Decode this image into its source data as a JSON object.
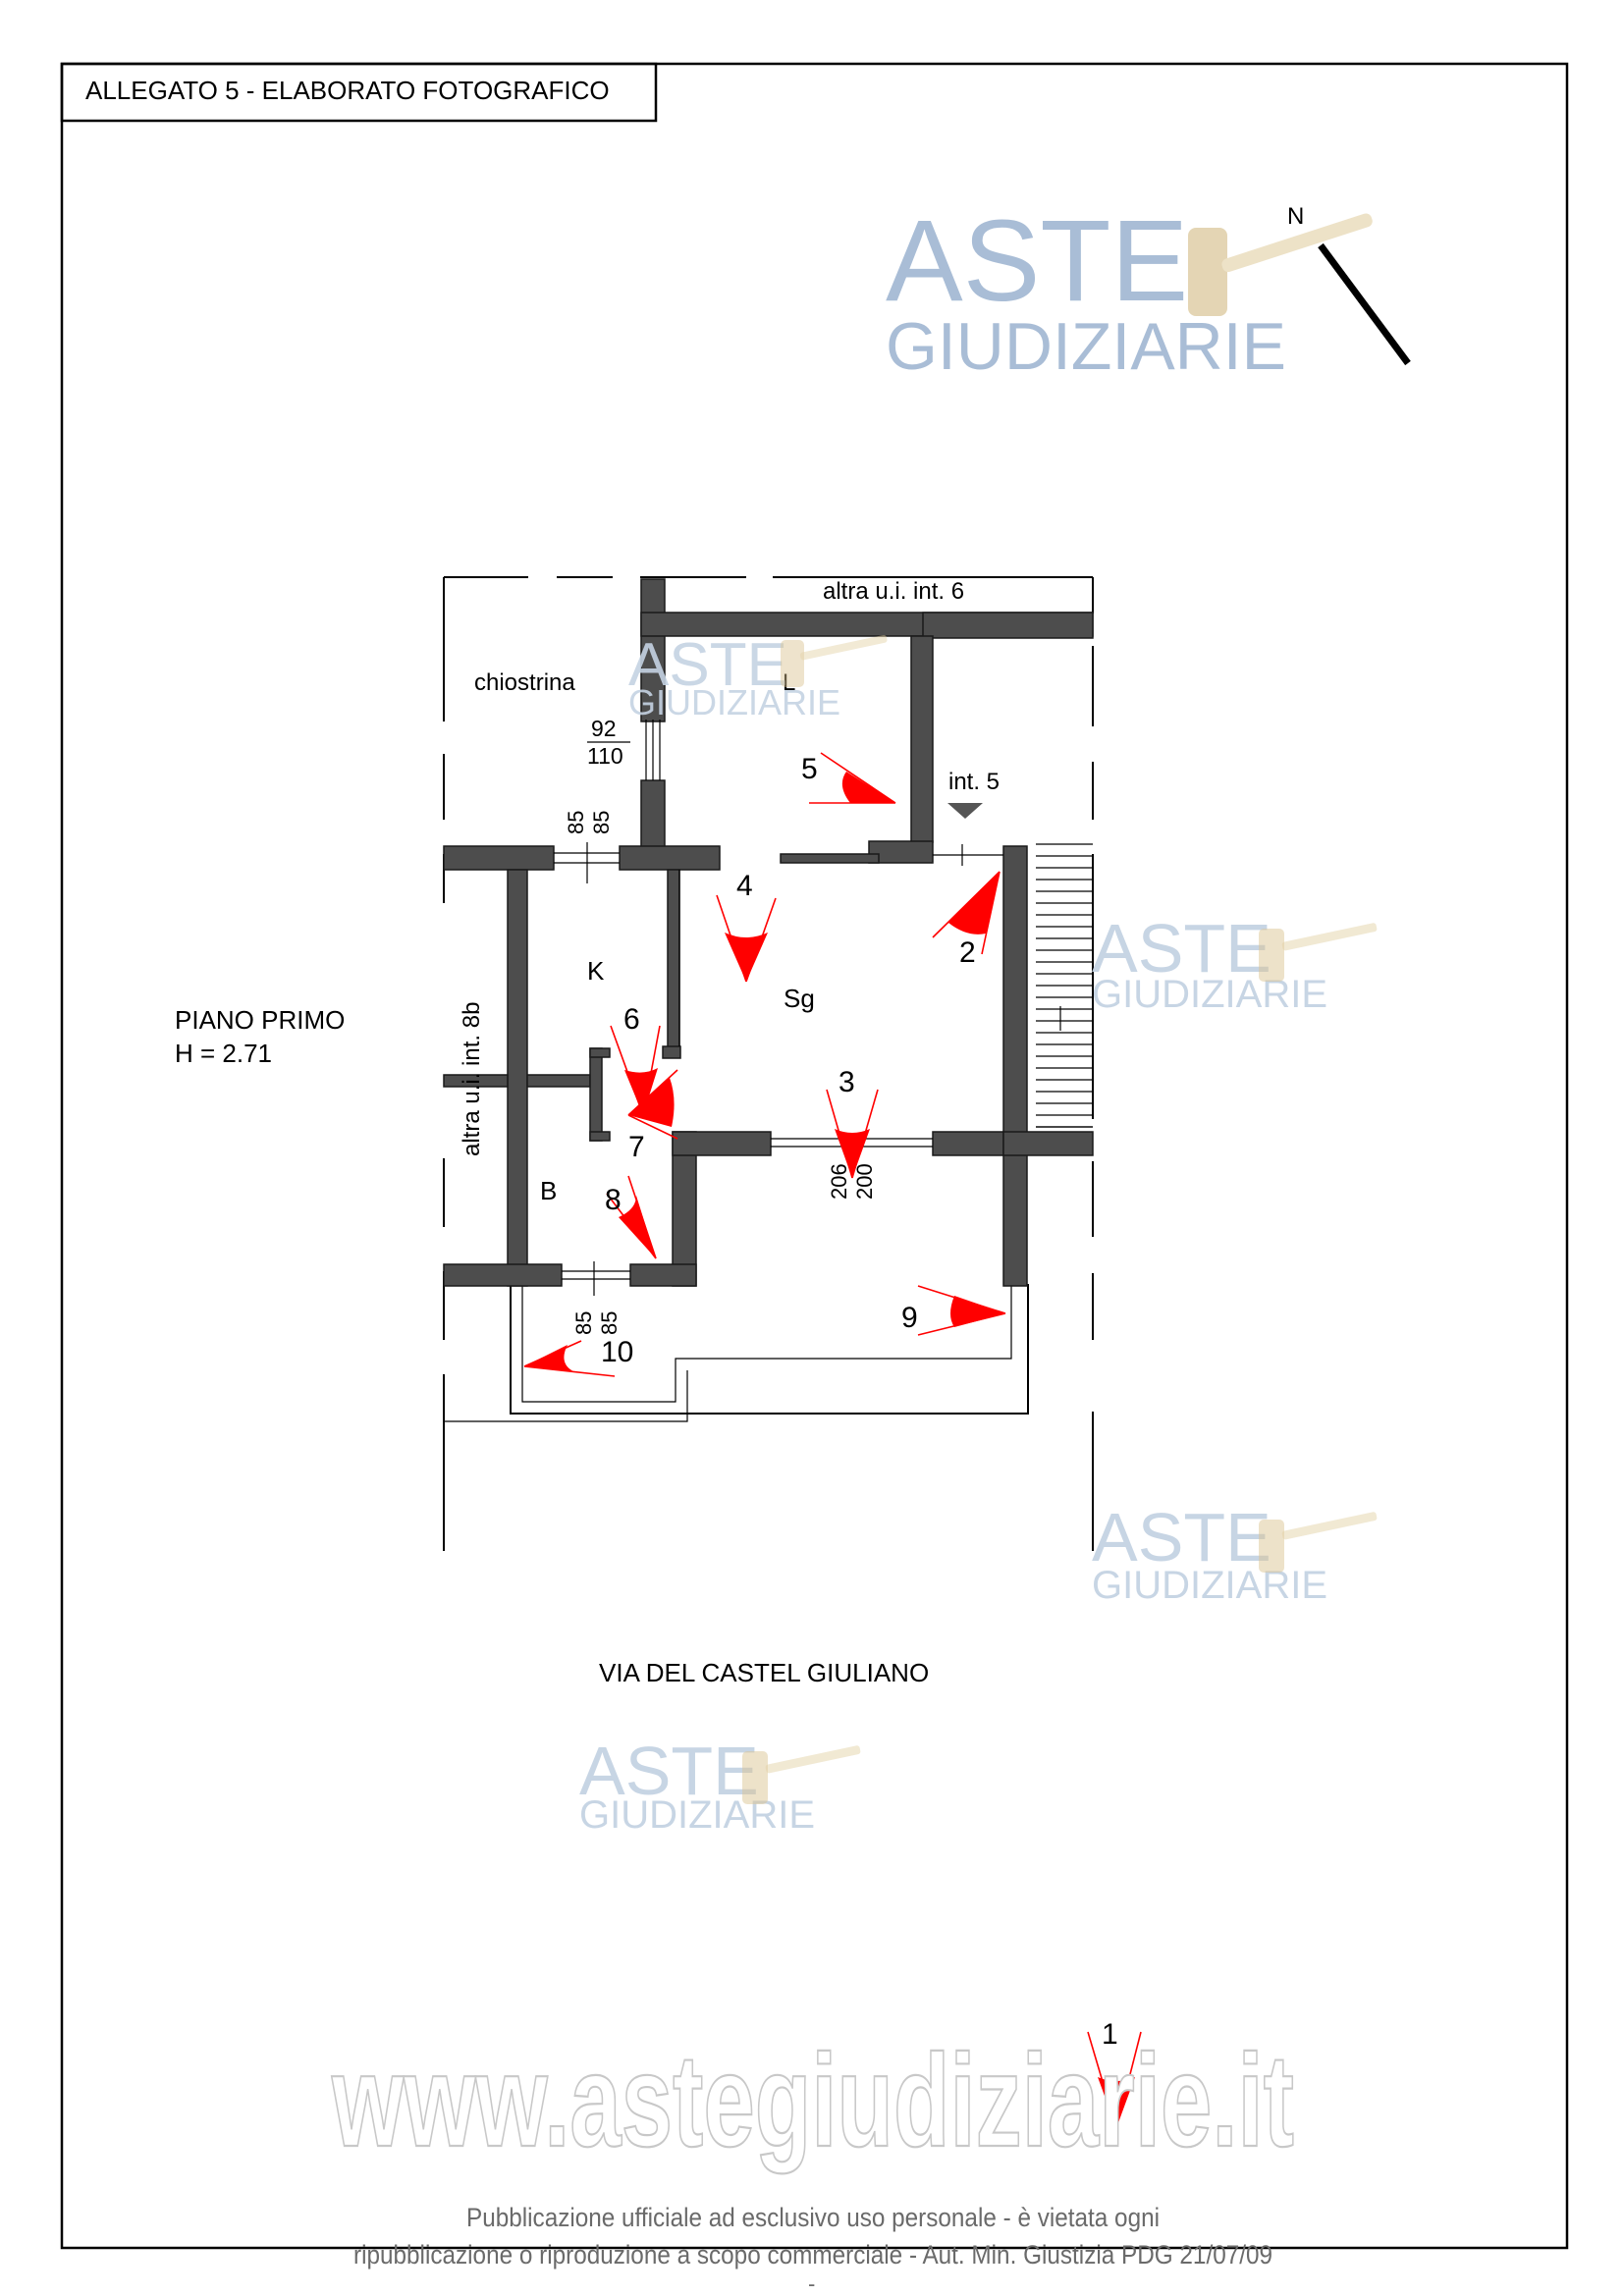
{
  "header": {
    "title": "ALLEGATO 5 - ELABORATO FOTOGRAFICO"
  },
  "north": {
    "label": "N"
  },
  "watermark": {
    "line1": "ASTE",
    "line2": "GIUDIZIARIE"
  },
  "plan": {
    "floor_label": "PIANO PRIMO",
    "height_label": "H = 2.71",
    "labels": {
      "chiostrina": "chiostrina",
      "altra_int6": "altra u.i. int. 6",
      "altra_int8b": "altra u.i. int. 8b",
      "int5": "int. 5",
      "L": "L",
      "K": "K",
      "Sg": "Sg",
      "B": "B"
    },
    "dims": {
      "d92": "92",
      "d110": "110",
      "d85a": "85",
      "d85b": "85",
      "d206": "206",
      "d200": "200",
      "d85c": "85",
      "d85d": "85"
    },
    "photos": [
      "1",
      "2",
      "3",
      "4",
      "5",
      "6",
      "7",
      "8",
      "9",
      "10"
    ]
  },
  "street": {
    "name": "VIA DEL CASTEL GIULIANO"
  },
  "footer": {
    "website": "www.astegiudiziarie.it",
    "line1": "Pubblicazione ufficiale ad esclusivo uso personale - è vietata ogni",
    "line2": "ripubblicazione o riproduzione a scopo commerciale - Aut. Min. Giustizia PDG 21/07/09",
    "mark": "-"
  },
  "colors": {
    "walls": "#4d4d4d",
    "photo_cones": "#ff0000",
    "watermark": "#a9bdd6"
  }
}
